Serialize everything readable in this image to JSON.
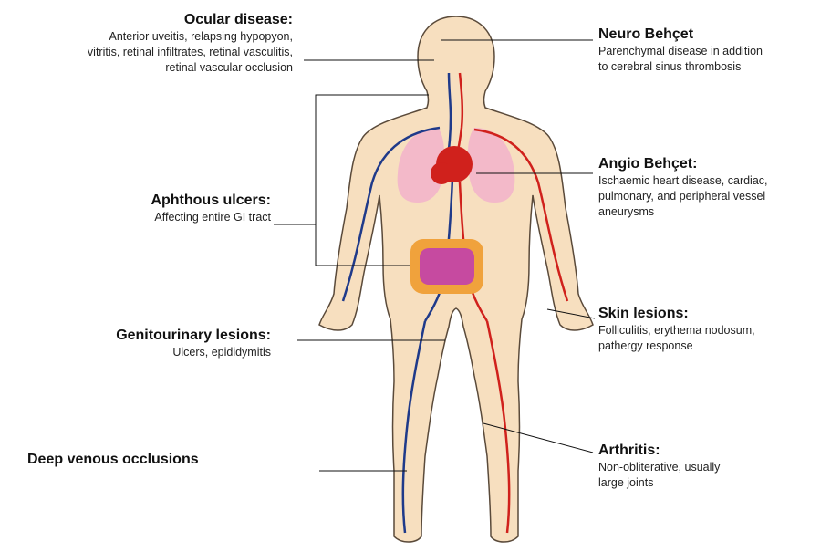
{
  "callouts": {
    "ocular": {
      "title": "Ocular disease:",
      "lines": [
        "Anterior uveitis, relapsing hypopyon,",
        "vitritis, retinal infiltrates, retinal vasculitis,",
        "retinal vascular occlusion"
      ]
    },
    "aphthous": {
      "title": "Aphthous ulcers:",
      "lines": [
        "Affecting entire GI tract"
      ]
    },
    "genitourinary": {
      "title": "Genitourinary lesions:",
      "lines": [
        "Ulcers, epididymitis"
      ]
    },
    "deep_venous": {
      "title": "Deep venous occlusions"
    },
    "neuro": {
      "title": "Neuro Behçet",
      "lines": [
        "Parenchymal disease in addition",
        "to cerebral sinus thrombosis"
      ]
    },
    "angio": {
      "title": "Angio Behçet:",
      "lines": [
        "Ischaemic heart disease, cardiac,",
        "pulmonary, and peripheral vessel",
        "aneurysms"
      ]
    },
    "skin": {
      "title": "Skin lesions:",
      "lines": [
        "Folliculitis, erythema nodosum,",
        "pathergy response"
      ]
    },
    "arthritis": {
      "title": "Arthritis:",
      "lines": [
        "Non-obliterative, usually",
        "large joints"
      ]
    }
  },
  "colors": {
    "skin": "#f7dfbf",
    "skin_outline": "#5a4a3a",
    "artery": "#d0211c",
    "vein": "#1f3a8a",
    "lungs": "#f3b9c9",
    "intestine": "#c64aa0",
    "colon": "#f0a23c",
    "leader": "#111111"
  }
}
